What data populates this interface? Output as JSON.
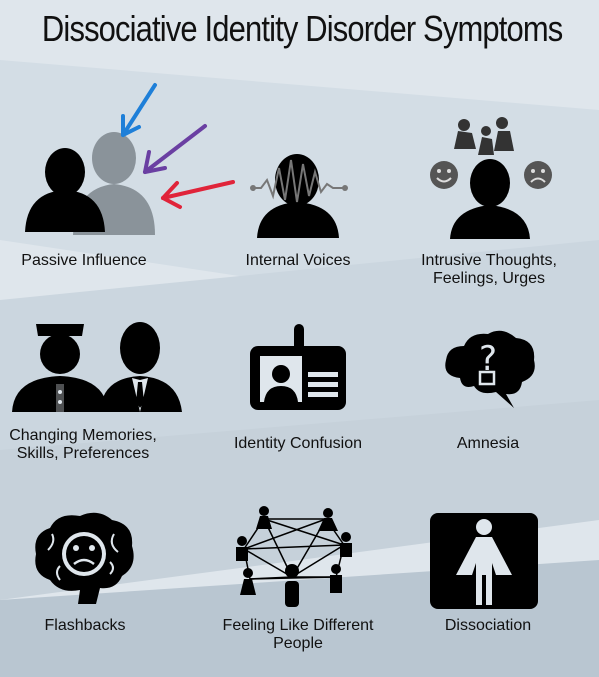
{
  "title": "Dissociative Identity Disorder Symptoms",
  "colors": {
    "background_light": "#dfe6ec",
    "background_dark": "#b9c6d1",
    "icon": "#000000",
    "arrow_blue": "#1e7fd8",
    "arrow_purple": "#6a3fa2",
    "arrow_red": "#e0243a"
  },
  "symptoms": [
    {
      "label_lines": [
        "Passive Influence"
      ],
      "icon": "silhouette-with-shadow-and-arrows-icon"
    },
    {
      "label_lines": [
        "Internal Voices"
      ],
      "icon": "head-with-soundwave-icon"
    },
    {
      "label_lines": [
        "Intrusive Thoughts,",
        "Feelings, Urges"
      ],
      "icon": "head-with-emotions-icon"
    },
    {
      "label_lines": [
        "Changing Memories,",
        "Skills, Preferences"
      ],
      "icon": "two-people-icon"
    },
    {
      "label_lines": [
        "Identity Confusion"
      ],
      "icon": "id-badge-icon"
    },
    {
      "label_lines": [
        "Amnesia"
      ],
      "icon": "question-cloud-icon"
    },
    {
      "label_lines": [
        "Flashbacks"
      ],
      "icon": "sad-brain-icon"
    },
    {
      "label_lines": [
        "Feeling Like Different",
        "People"
      ],
      "icon": "people-network-icon"
    },
    {
      "label_lines": [
        "Dissociation"
      ],
      "icon": "woman-sign-icon"
    }
  ]
}
